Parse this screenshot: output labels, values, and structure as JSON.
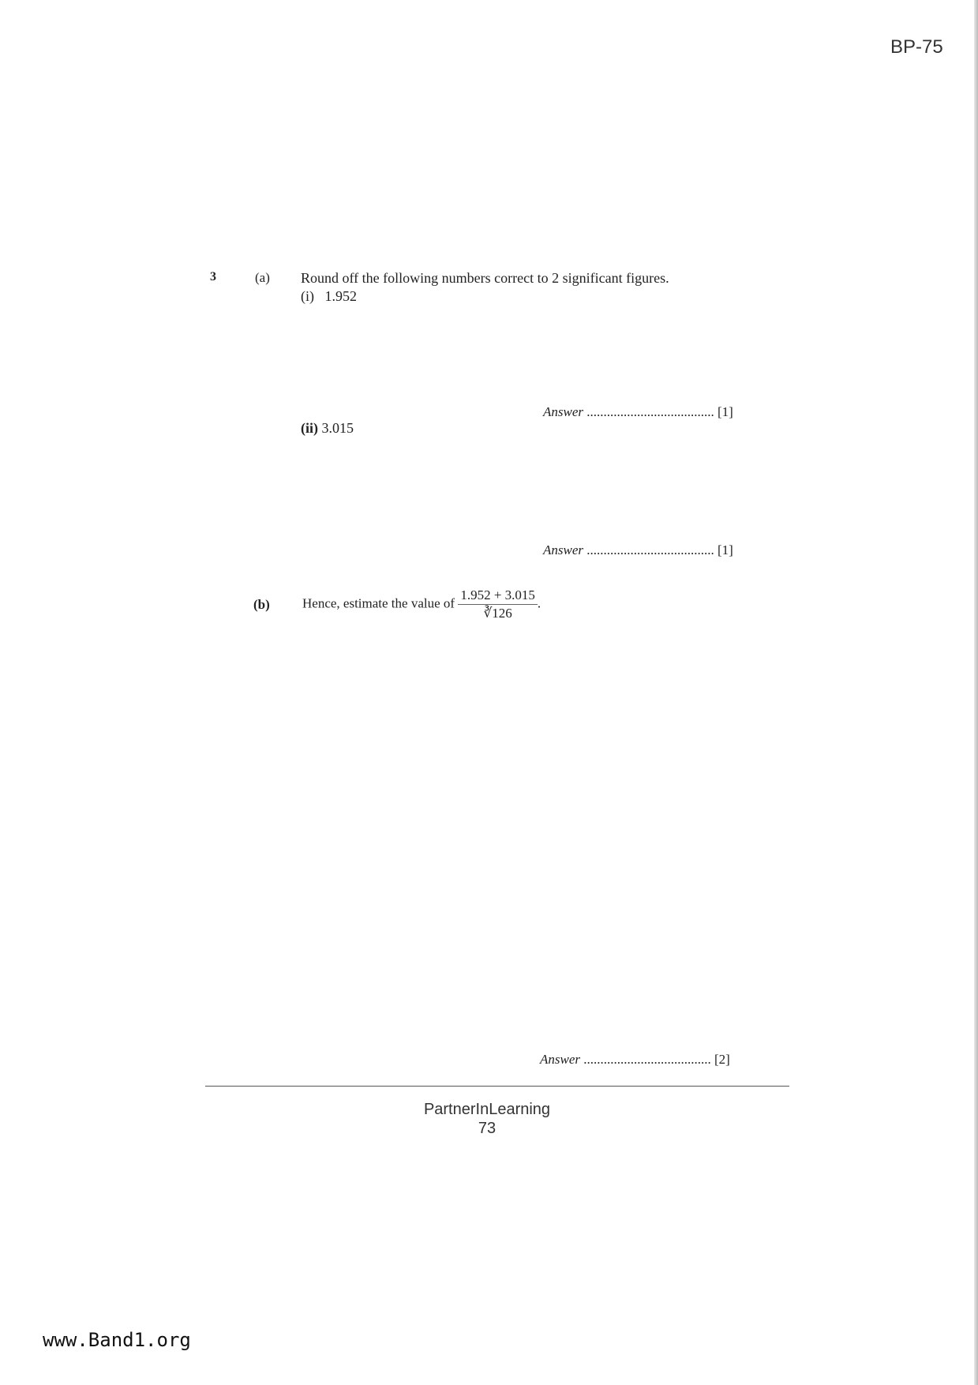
{
  "header": {
    "code": "BP-75"
  },
  "question": {
    "number": "3",
    "part_a": {
      "label": "(a)",
      "prompt": "Round off the following numbers correct to 2 significant figures.",
      "items": [
        {
          "label": "(i)",
          "value": "1.952",
          "answer_label": "Answer",
          "dots": "......................................",
          "marks": "[1]"
        },
        {
          "label": "(ii)",
          "value": "3.015",
          "answer_label": "Answer",
          "dots": "......................................",
          "marks": "[1]"
        }
      ]
    },
    "part_b": {
      "label": "(b)",
      "prompt": "Hence, estimate the value of",
      "numerator": "1.952 + 3.015",
      "denominator": "∛126",
      "end": ".",
      "answer_label": "Answer",
      "dots": "......................................",
      "marks": "[2]"
    }
  },
  "footer": {
    "publisher": "PartnerInLearning",
    "page": "73",
    "website": "www.Band1.org"
  }
}
